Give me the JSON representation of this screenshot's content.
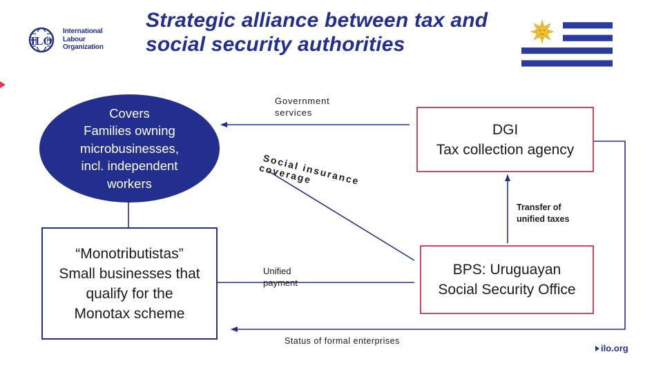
{
  "title": {
    "line1": "Strategic alliance between tax and",
    "line2": "social security authorities"
  },
  "logo": {
    "line1": "International",
    "line2": "Labour",
    "line3": "Organization"
  },
  "ellipse": {
    "lines": [
      "Covers",
      "Families owning",
      "microbusinesses,",
      "incl. independent",
      "workers"
    ]
  },
  "monotributistas": {
    "lines": [
      "“Monotributistas”",
      "Small businesses that",
      "qualify for the",
      "Monotax scheme"
    ]
  },
  "dgi": {
    "lines": [
      "DGI",
      "Tax collection agency"
    ]
  },
  "bps": {
    "lines": [
      "BPS: Uruguayan",
      "Social Security Office"
    ]
  },
  "labels": {
    "government_services": [
      "Government",
      "services"
    ],
    "social_insurance": [
      "Social insurance",
      "coverage"
    ],
    "transfer": [
      "Transfer of",
      "unified taxes"
    ],
    "unified_payment": [
      "Unified",
      "payment"
    ],
    "status": "Status of formal enterprises"
  },
  "footer": "ilo.org",
  "colors": {
    "brand_blue": "#232f8e",
    "accent_red": "#d0485e",
    "flag_blue": "#2b3a9e",
    "sun_yellow": "#f2c12e"
  }
}
